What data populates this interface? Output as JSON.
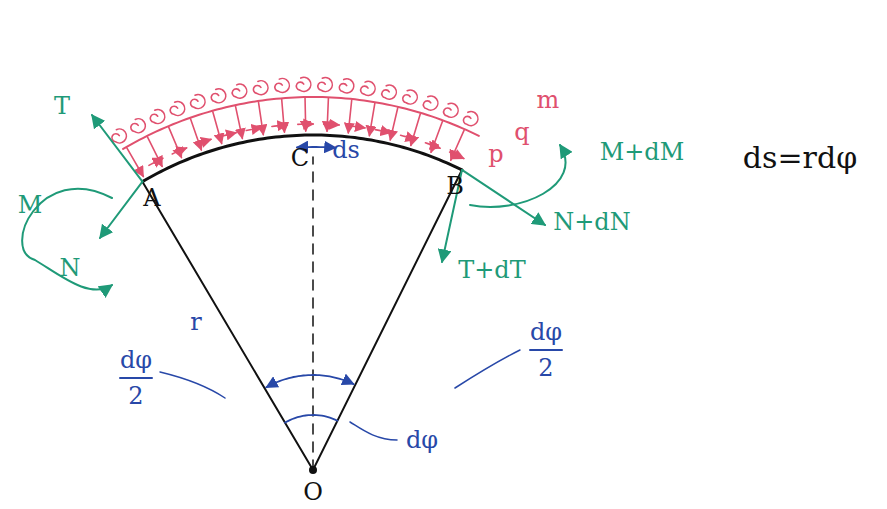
{
  "diagram": {
    "labels": [
      "T",
      "M",
      "N",
      "A",
      "C",
      "ds",
      "B",
      "m",
      "q",
      "p",
      "M+dM",
      "N+dN",
      "T+dT",
      "r",
      "dφ",
      "2",
      "dφ",
      "2",
      "dφ",
      "O",
      "ds=rdφ"
    ]
  }
}
